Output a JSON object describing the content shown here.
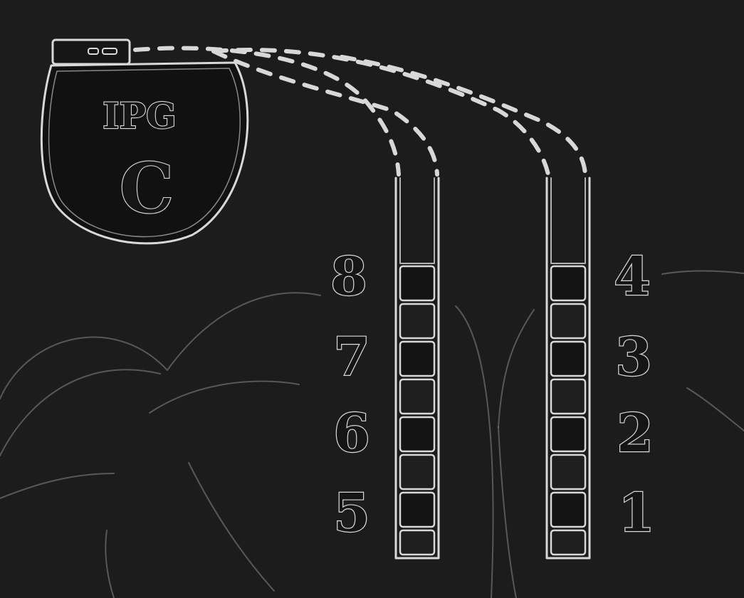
{
  "device": {
    "title": "IPG",
    "letter": "C"
  },
  "leads": [
    {
      "id": "left",
      "labels": [
        "8",
        "7",
        "6",
        "5"
      ]
    },
    {
      "id": "right",
      "labels": [
        "4",
        "3",
        "2",
        "1"
      ]
    }
  ],
  "colors": {
    "background": "#1c1c1c",
    "outline": "#d8d8d8",
    "anatomy": "#8a8a8a"
  }
}
